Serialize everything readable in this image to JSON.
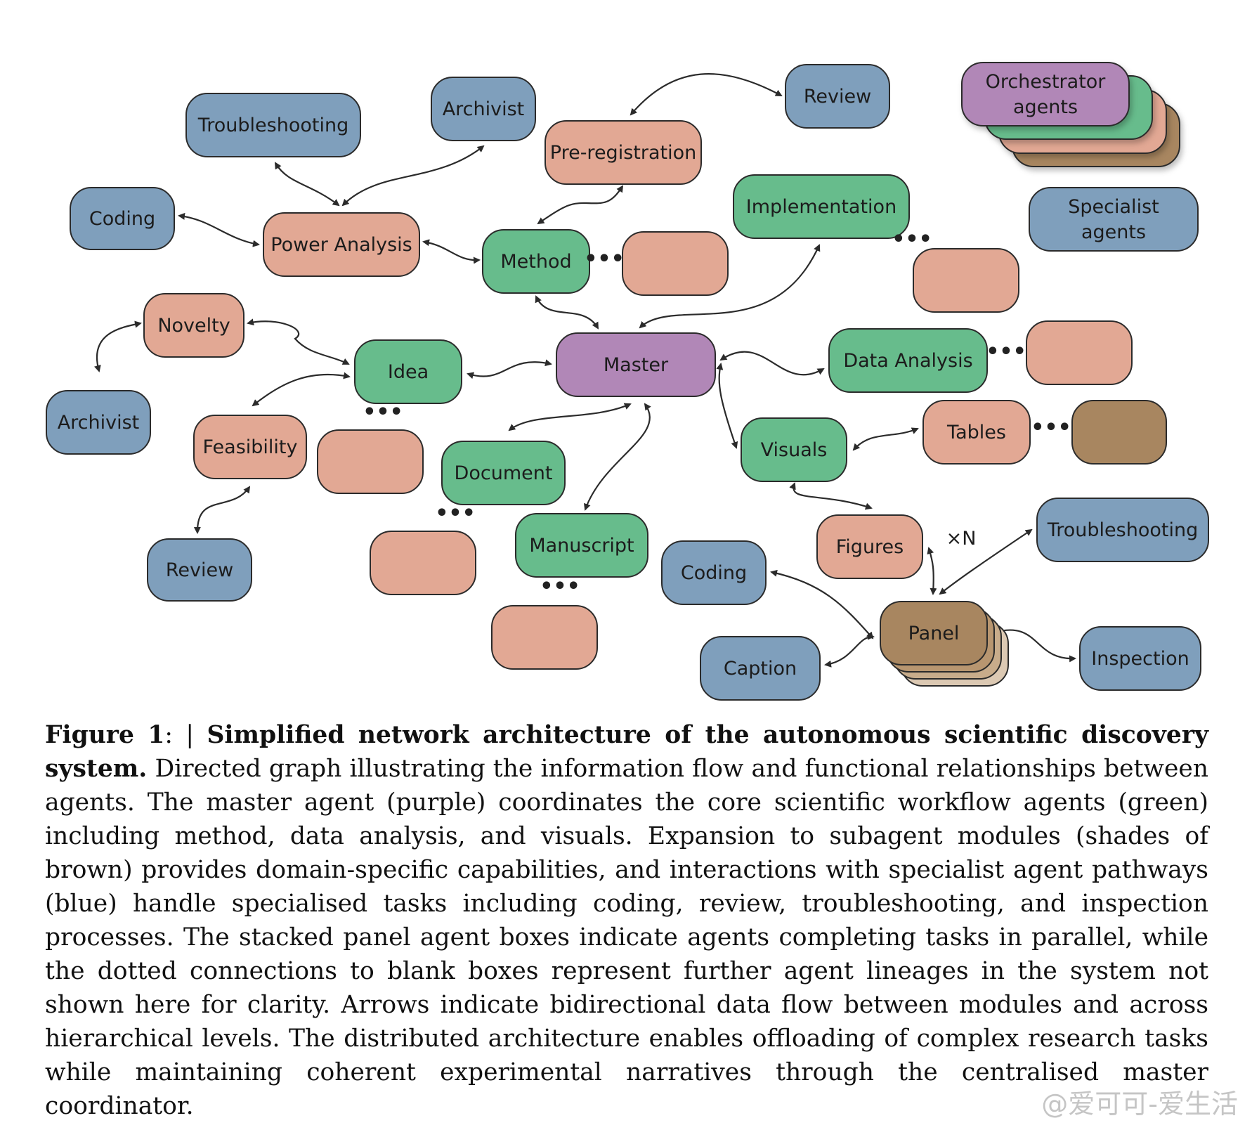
{
  "diagram": {
    "colors": {
      "blue": "#7f9fbc",
      "green": "#67bc8c",
      "salmon": "#e2a894",
      "purple": "#b187b7",
      "brown": "#a88660",
      "stroke": "#2b2b2b"
    },
    "nodes": [
      {
        "id": "troubleshooting-top",
        "label": "Troubleshooting",
        "color": "blue"
      },
      {
        "id": "archivist-top",
        "label": "Archivist",
        "color": "blue"
      },
      {
        "id": "pre-registration",
        "label": "Pre-registration",
        "color": "salmon"
      },
      {
        "id": "review-top",
        "label": "Review",
        "color": "blue"
      },
      {
        "id": "coding-left",
        "label": "Coding",
        "color": "blue"
      },
      {
        "id": "power-analysis",
        "label": "Power Analysis",
        "color": "salmon"
      },
      {
        "id": "method",
        "label": "Method",
        "color": "green"
      },
      {
        "id": "blank-method",
        "label": "",
        "color": "salmon"
      },
      {
        "id": "implementation",
        "label": "Implementation",
        "color": "green"
      },
      {
        "id": "blank-implementation",
        "label": "",
        "color": "salmon"
      },
      {
        "id": "specialist-agents",
        "label": "Specialist\nagents",
        "color": "blue"
      },
      {
        "id": "novelty",
        "label": "Novelty",
        "color": "salmon"
      },
      {
        "id": "idea",
        "label": "Idea",
        "color": "green"
      },
      {
        "id": "master",
        "label": "Master",
        "color": "purple"
      },
      {
        "id": "data-analysis",
        "label": "Data Analysis",
        "color": "green"
      },
      {
        "id": "blank-data-analysis",
        "label": "",
        "color": "salmon"
      },
      {
        "id": "archivist-left",
        "label": "Archivist",
        "color": "blue"
      },
      {
        "id": "feasibility",
        "label": "Feasibility",
        "color": "salmon"
      },
      {
        "id": "blank-idea",
        "label": "",
        "color": "salmon"
      },
      {
        "id": "document",
        "label": "Document",
        "color": "green"
      },
      {
        "id": "visuals",
        "label": "Visuals",
        "color": "green"
      },
      {
        "id": "tables",
        "label": "Tables",
        "color": "salmon"
      },
      {
        "id": "blank-tables",
        "label": "",
        "color": "brown"
      },
      {
        "id": "review-left",
        "label": "Review",
        "color": "blue"
      },
      {
        "id": "blank-document",
        "label": "",
        "color": "salmon"
      },
      {
        "id": "manuscript",
        "label": "Manuscript",
        "color": "green"
      },
      {
        "id": "coding-right",
        "label": "Coding",
        "color": "blue"
      },
      {
        "id": "figures",
        "label": "Figures",
        "color": "salmon"
      },
      {
        "id": "troubleshooting-right",
        "label": "Troubleshooting",
        "color": "blue"
      },
      {
        "id": "blank-manuscript",
        "label": "",
        "color": "salmon"
      },
      {
        "id": "panel",
        "label": "Panel",
        "color": "brown"
      },
      {
        "id": "caption-node",
        "label": "Caption",
        "color": "blue"
      },
      {
        "id": "inspection",
        "label": "Inspection",
        "color": "blue"
      }
    ],
    "legend": {
      "orchestrator_label": "Orchestrator\nagents"
    },
    "multiplier_label": "×N",
    "ellipsis": "•••"
  },
  "caption": {
    "figure_label": "Figure 1",
    "separator": ": | ",
    "title": "Simplified network architecture of the autonomous scientific discovery system.",
    "body": "Directed graph illustrating the information flow and functional relationships between agents. The master agent (purple) coordinates the core scientific workflow agents (green) including method, data analysis, and visuals. Expansion to subagent modules (shades of brown) provides domain-specific capabilities, and interactions with specialist agent pathways (blue) handle specialised tasks including coding, review, troubleshooting, and inspection processes. The stacked panel agent boxes indicate agents completing tasks in parallel, while the dotted connections to blank boxes represent further agent lineages in the system not shown here for clarity. Arrows indicate bidirectional data flow between modules and across hierarchical levels. The distributed architecture enables offloading of complex research tasks while maintaining coherent experimental narratives through the centralised master coordinator."
  },
  "watermark": "@爱可可-爱生活"
}
